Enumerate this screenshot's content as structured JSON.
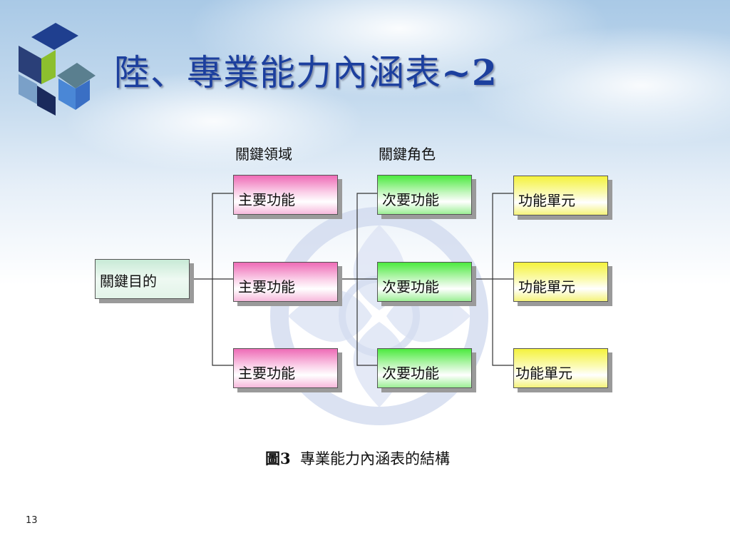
{
  "slide": {
    "title_text": "陸、專業能力內涵表",
    "title_suffix": "~2",
    "page_number": "13"
  },
  "diagram": {
    "column_headings": [
      "關鍵領域",
      "關鍵角色"
    ],
    "root": "關鍵目的",
    "primary": [
      "主要功能",
      "主要功能",
      "主要功能"
    ],
    "secondary": [
      "次要功能",
      "次要功能",
      "次要功能"
    ],
    "units": [
      "功能單元",
      "功能單元",
      "功能單元"
    ],
    "caption_figure": "圖3",
    "caption_text": "專業能力內涵表的結構"
  },
  "colors": {
    "title": "#1c3f9e",
    "primary_box": "#ee6bb6",
    "secondary_box": "#4bea3e",
    "unit_box": "#f4f23c",
    "root_box": "#c8ead6"
  }
}
